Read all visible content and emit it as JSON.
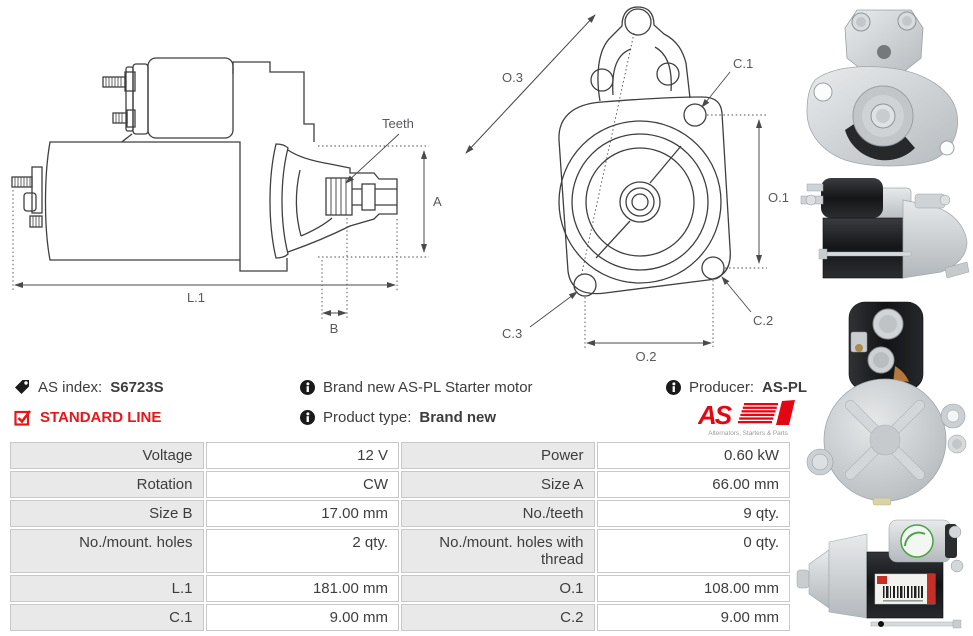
{
  "header": {
    "as_index_label": "AS index:",
    "as_index_value": "S6723S",
    "standard_line_label": "STANDARD LINE",
    "brand_new_text": "Brand new AS-PL Starter motor",
    "product_type_label": "Product type:",
    "product_type_value": "Brand new",
    "producer_label": "Producer:",
    "producer_value": "AS-PL"
  },
  "logo": {
    "text": "AS",
    "tagline": "Alternators, Starters & Parts"
  },
  "diagrams": {
    "side_view": {
      "teeth": "Teeth",
      "a": "A",
      "l1": "L.1",
      "b": "B"
    },
    "front_view": {
      "o3": "O.3",
      "c1": "C.1",
      "o1": "O.1",
      "c2": "C.2",
      "c3": "C.3",
      "o2": "O.2"
    }
  },
  "spec_table": {
    "rows": [
      {
        "l1": "Voltage",
        "v1": "12 V",
        "l2": "Power",
        "v2": "0.60 kW"
      },
      {
        "l1": "Rotation",
        "v1": "CW",
        "l2": "Size A",
        "v2": "66.00 mm"
      },
      {
        "l1": "Size B",
        "v1": "17.00 mm",
        "l2": "No./teeth",
        "v2": "9 qty."
      },
      {
        "l1": "No./mount. holes",
        "v1": "2 qty.",
        "l2": "No./mount. holes with thread",
        "v2": "0 qty."
      },
      {
        "l1": "L.1",
        "v1": "181.00 mm",
        "l2": "O.1",
        "v2": "108.00 mm"
      },
      {
        "l1": "C.1",
        "v1": "9.00 mm",
        "l2": "C.2",
        "v2": "9.00 mm"
      }
    ]
  },
  "colors": {
    "accent_red": "#e8151a",
    "logo_red": "#e30613",
    "table_label_bg": "#e9e9e9",
    "table_border": "#c8c8c8",
    "text": "#3d3d3d",
    "drawing_line": "#3f3f3f",
    "drawing_label": "#58595b"
  }
}
